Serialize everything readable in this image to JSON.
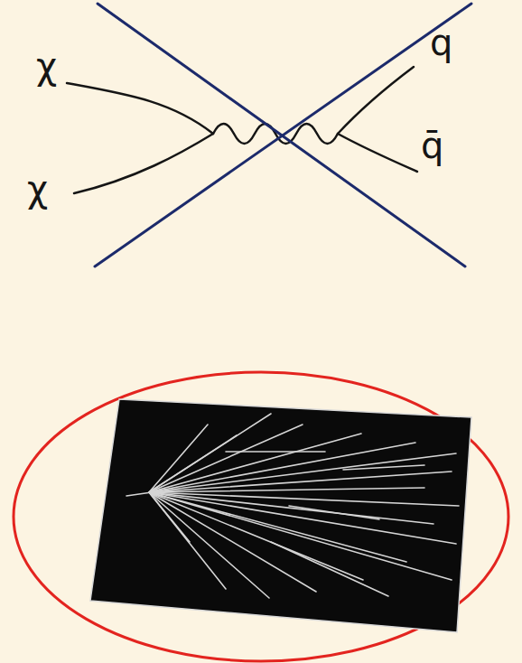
{
  "diagram": {
    "labels": [
      "χ",
      "χ",
      "q",
      "q̄"
    ]
  }
}
